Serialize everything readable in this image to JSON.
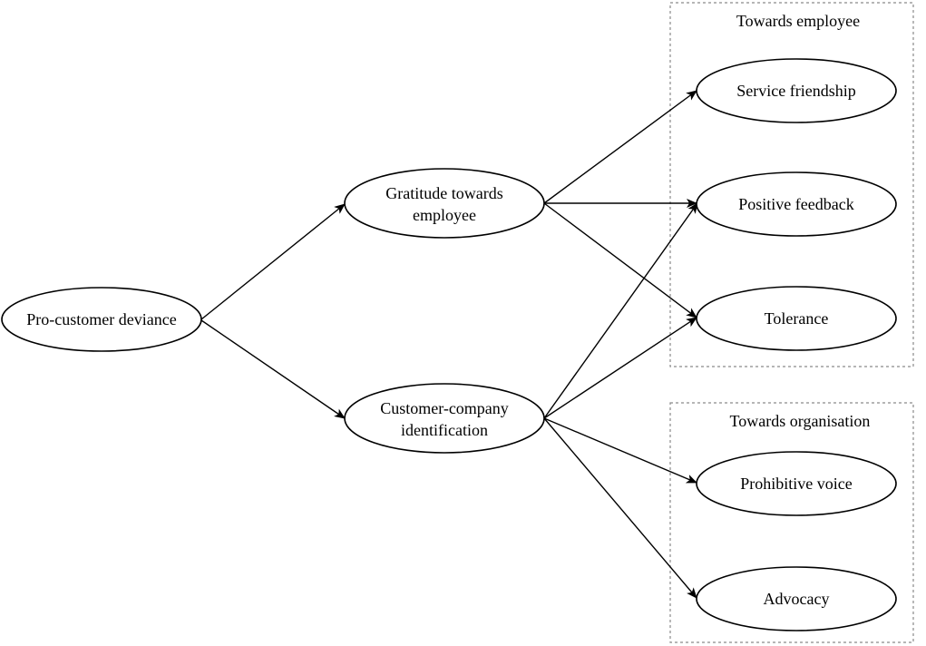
{
  "groups": {
    "employee": {
      "title": "Towards employee"
    },
    "organisation": {
      "title": "Towards organisation"
    }
  },
  "nodes": {
    "pro_customer_deviance": {
      "lines": [
        "Pro-customer deviance"
      ]
    },
    "gratitude": {
      "lines": [
        "Gratitude towards",
        "employee"
      ]
    },
    "identification": {
      "lines": [
        "Customer-company",
        "identification"
      ]
    },
    "service_friendship": {
      "lines": [
        "Service friendship"
      ]
    },
    "positive_feedback": {
      "lines": [
        "Positive feedback"
      ]
    },
    "tolerance": {
      "lines": [
        "Tolerance"
      ]
    },
    "prohibitive_voice": {
      "lines": [
        "Prohibitive voice"
      ]
    },
    "advocacy": {
      "lines": [
        "Advocacy"
      ]
    }
  },
  "edges": [
    {
      "from": "Pro-customer deviance",
      "to": "Gratitude towards employee"
    },
    {
      "from": "Pro-customer deviance",
      "to": "Customer-company identification"
    },
    {
      "from": "Gratitude towards employee",
      "to": "Service friendship"
    },
    {
      "from": "Gratitude towards employee",
      "to": "Positive feedback"
    },
    {
      "from": "Gratitude towards employee",
      "to": "Tolerance"
    },
    {
      "from": "Customer-company identification",
      "to": "Positive feedback"
    },
    {
      "from": "Customer-company identification",
      "to": "Tolerance"
    },
    {
      "from": "Customer-company identification",
      "to": "Prohibitive voice"
    },
    {
      "from": "Customer-company identification",
      "to": "Advocacy"
    }
  ],
  "colors": {
    "line": "#000000",
    "group_border": "#8a8a8a",
    "background": "#ffffff"
  }
}
